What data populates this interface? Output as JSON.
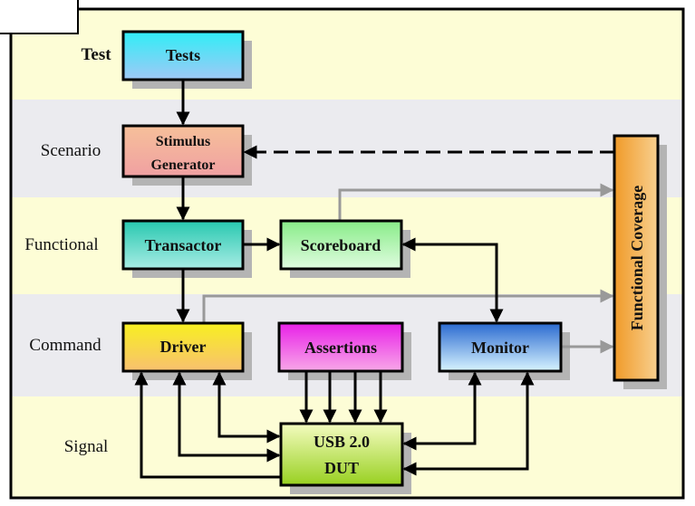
{
  "layers": [
    {
      "label": "Test",
      "color": "#fdfdd6"
    },
    {
      "label": "Scenario",
      "color": "#ebebef"
    },
    {
      "label": "Functional",
      "color": "#fdfdd6"
    },
    {
      "label": "Command",
      "color": "#ebebef"
    },
    {
      "label": "Signal",
      "color": "#fdfdd6"
    }
  ],
  "blocks": {
    "tests": {
      "label": "Tests",
      "colors": [
        "#30eef6",
        "#a0c8f6"
      ]
    },
    "stimulus": {
      "line1": "Stimulus",
      "line2": "Generator",
      "colors": [
        "#f6c09a",
        "#f0a0a2"
      ]
    },
    "transactor": {
      "label": "Transactor",
      "colors": [
        "#28c8b0",
        "#a8ece4"
      ]
    },
    "scoreboard": {
      "label": "Scoreboard",
      "colors": [
        "#88ec88",
        "#e0fce0"
      ]
    },
    "driver": {
      "label": "Driver",
      "colors": [
        "#f8f020",
        "#f8c070"
      ]
    },
    "assertions": {
      "label": "Assertions",
      "colors": [
        "#e820e8",
        "#f8a8e8"
      ]
    },
    "monitor": {
      "label": "Monitor",
      "colors": [
        "#2a6ad0",
        "#d8f4ff"
      ]
    },
    "dut": {
      "line1": "USB 2.0",
      "line2": "DUT",
      "colors": [
        "#f4fcc0",
        "#98d020"
      ]
    },
    "coverage": {
      "label": "Functional Coverage",
      "colors": [
        "#f09a28",
        "#f8d090"
      ]
    }
  }
}
